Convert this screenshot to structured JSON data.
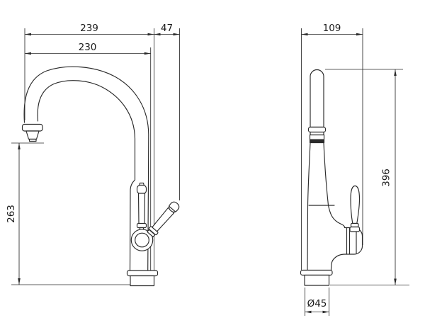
{
  "drawing": {
    "colors": {
      "line": "#2a2a2a",
      "text": "#1a1a1a",
      "background": "#ffffff"
    },
    "views": {
      "side": {
        "dimensions": {
          "overall_reach": "239",
          "rear_offset": "47",
          "spout_reach": "230",
          "outlet_height": "263"
        }
      },
      "front": {
        "dimensions": {
          "top_width": "109",
          "overall_height": "396",
          "base_diameter": "Ø45"
        }
      }
    }
  }
}
